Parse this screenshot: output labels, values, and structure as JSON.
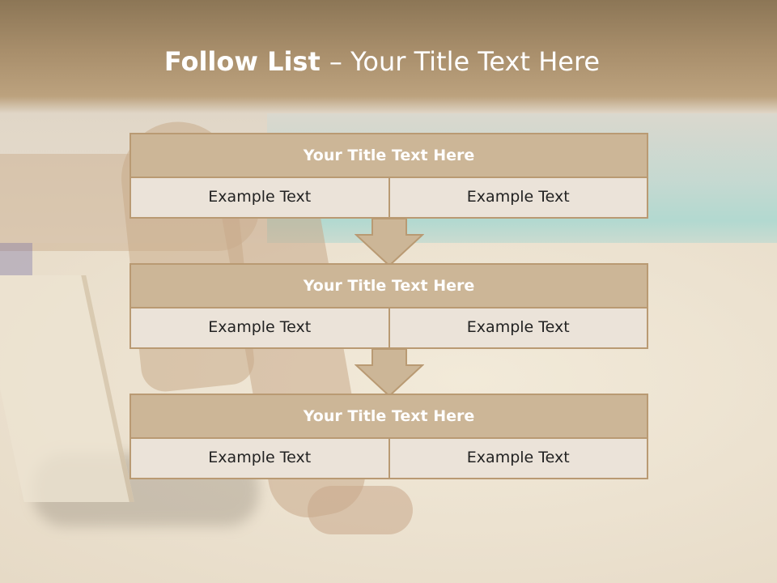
{
  "header": {
    "title_bold": "Follow List ",
    "title_rest": " – Your Title Text Here"
  },
  "steps": [
    {
      "title": "Your Title Text Here",
      "left": "Example Text",
      "right": "Example Text"
    },
    {
      "title": "Your Title Text Here",
      "left": "Example Text",
      "right": "Example Text"
    },
    {
      "title": "Your Title Text Here",
      "left": "Example Text",
      "right": "Example Text"
    }
  ],
  "colors": {
    "header_top": "#8c7656",
    "box_fill": "#ccb697",
    "box_border": "#b99a73",
    "cell_fill": "#ebe3d9",
    "arrow_fill": "#ccb697"
  },
  "icons": [
    "down-arrow-icon"
  ]
}
